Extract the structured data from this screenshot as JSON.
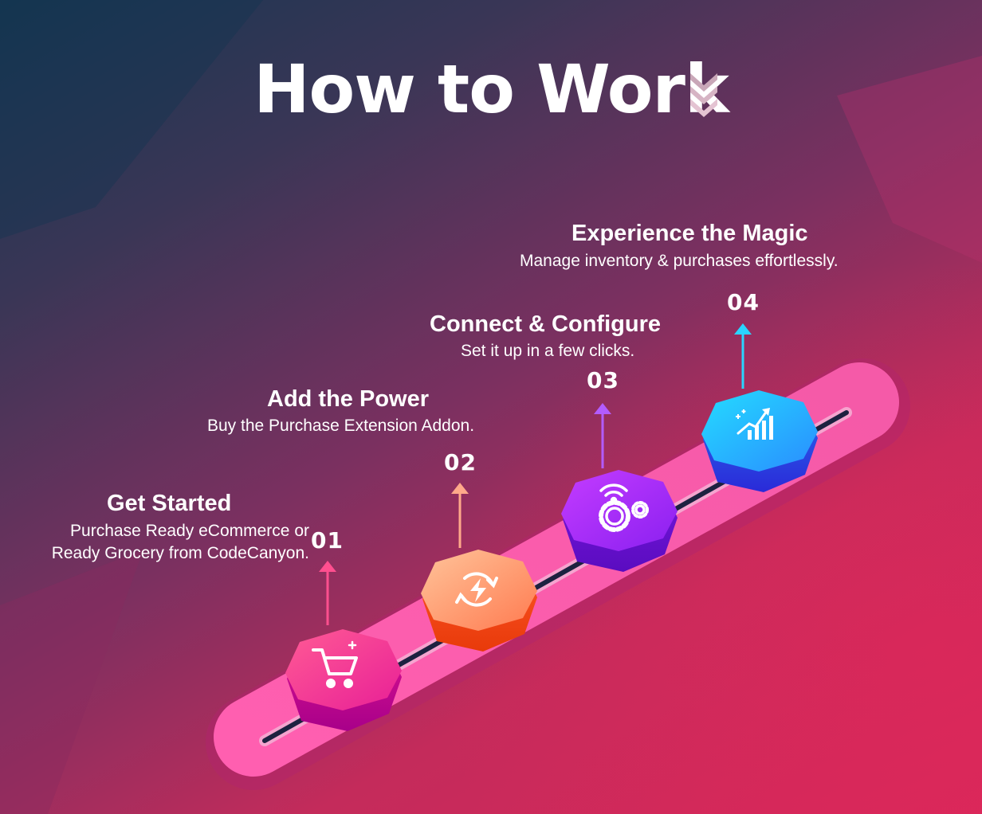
{
  "title": "How to Work",
  "steps": [
    {
      "number": "01",
      "title": "Get Started",
      "description_line1": "Purchase Ready eCommerce or",
      "description_line2": "Ready Grocery from CodeCanyon.",
      "icon": "shopping-cart-icon",
      "color_top": "#ff4f8f",
      "color_bottom": "#c1008a",
      "arrow_color": "#ff4f8f"
    },
    {
      "number": "02",
      "title": "Add the Power",
      "description": "Buy the Purchase Extension Addon.",
      "icon": "sync-power-icon",
      "color_top": "#ffb08a",
      "color_bottom": "#ff3d14",
      "arrow_color": "#ffa98a"
    },
    {
      "number": "03",
      "title": "Connect & Configure",
      "description": "Set it up in a few clicks.",
      "icon": "gears-wifi-icon",
      "color_top": "#b033ff",
      "color_bottom": "#6a10d8",
      "arrow_color": "#b25cff"
    },
    {
      "number": "04",
      "title": "Experience the Magic",
      "description": "Manage inventory & purchases effortlessly.",
      "icon": "growth-chart-icon",
      "color_top": "#22d8ff",
      "color_bottom": "#2a35e0",
      "arrow_color": "#2ad4ff"
    }
  ]
}
